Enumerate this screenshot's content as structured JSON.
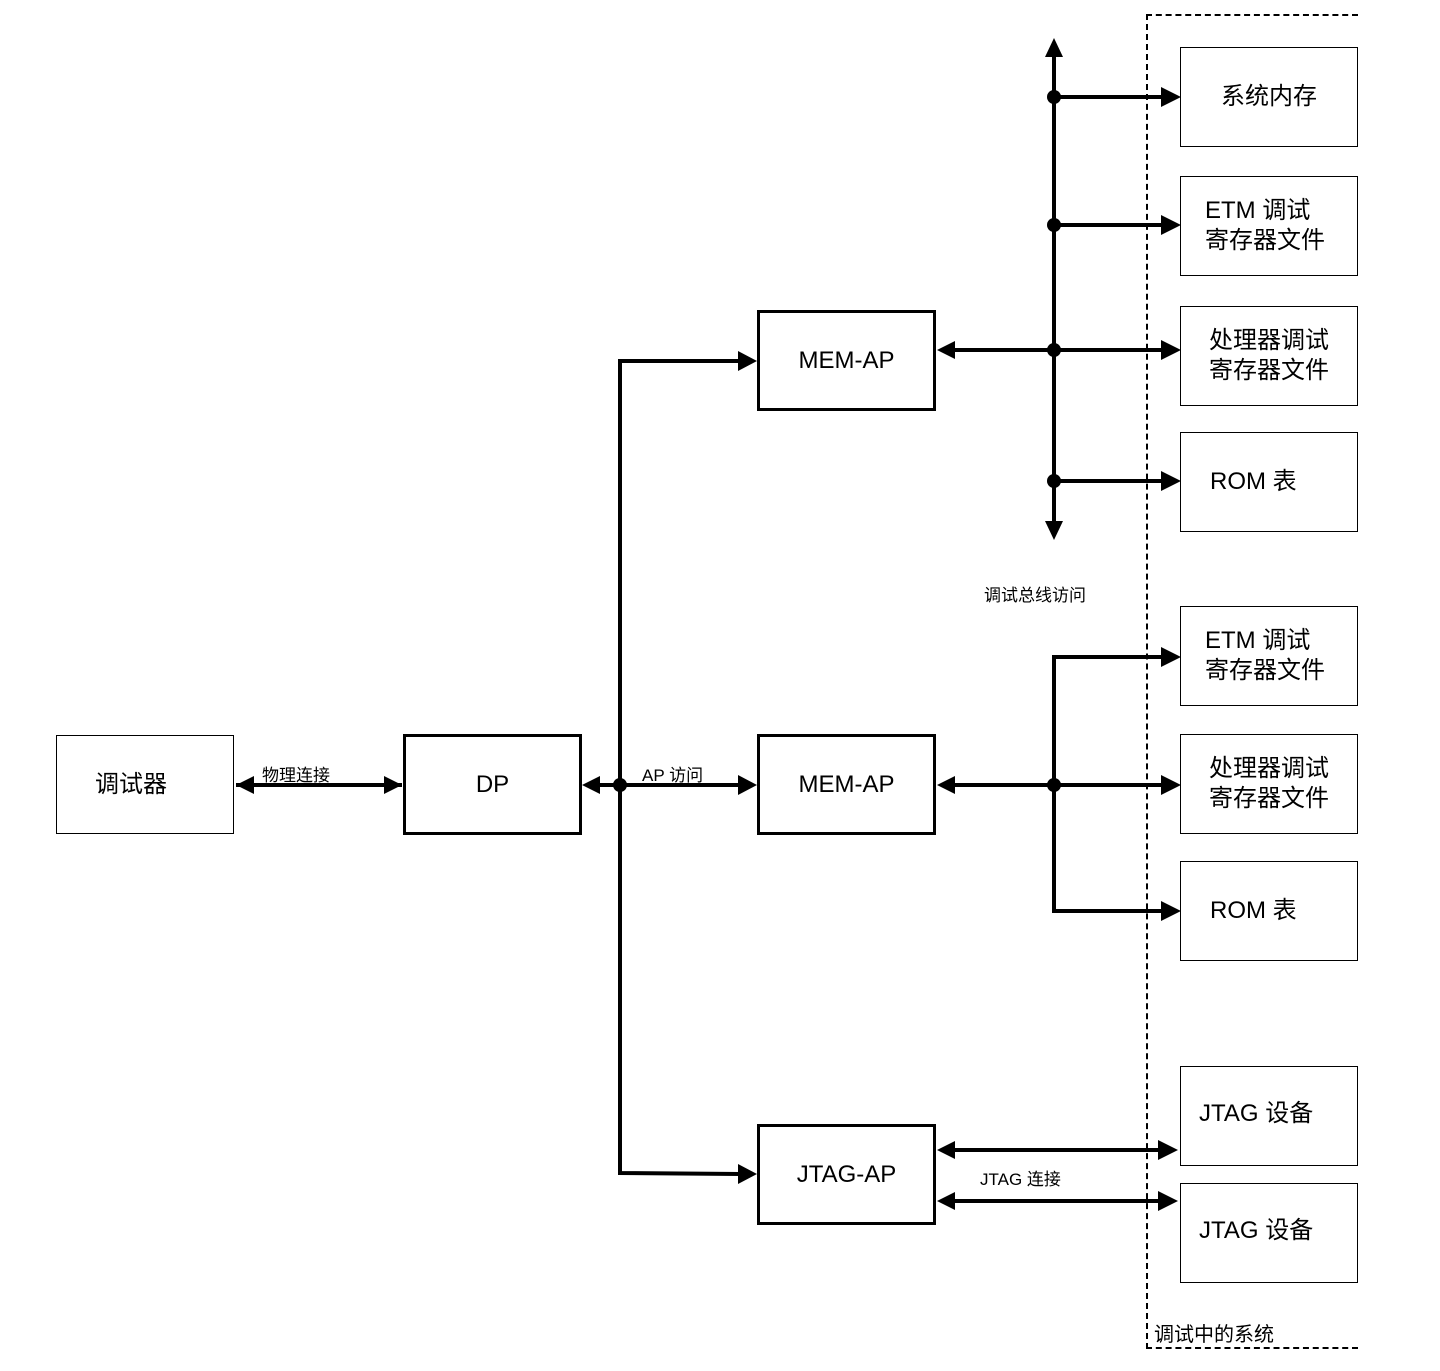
{
  "diagram": {
    "nodes": {
      "debugger": "调试器",
      "dp": "DP",
      "mem_ap_1": "MEM-AP",
      "mem_ap_2": "MEM-AP",
      "jtag_ap": "JTAG-AP",
      "sys_memory": "系统内存",
      "etm_regs_1": "ETM 调试\n寄存器文件",
      "cpu_regs_1": "处理器调试\n寄存器文件",
      "rom_table_1": "ROM 表",
      "etm_regs_2": "ETM 调试\n寄存器文件",
      "cpu_regs_2": "处理器调试\n寄存器文件",
      "rom_table_2": "ROM 表",
      "jtag_dev_1": "JTAG 设备",
      "jtag_dev_2": "JTAG 设备"
    },
    "edge_labels": {
      "physical": "物理连接",
      "ap_access": "AP 访问",
      "debug_bus": "调试总线访问",
      "jtag_conn": "JTAG 连接"
    },
    "system_label": "调试中的系统"
  }
}
